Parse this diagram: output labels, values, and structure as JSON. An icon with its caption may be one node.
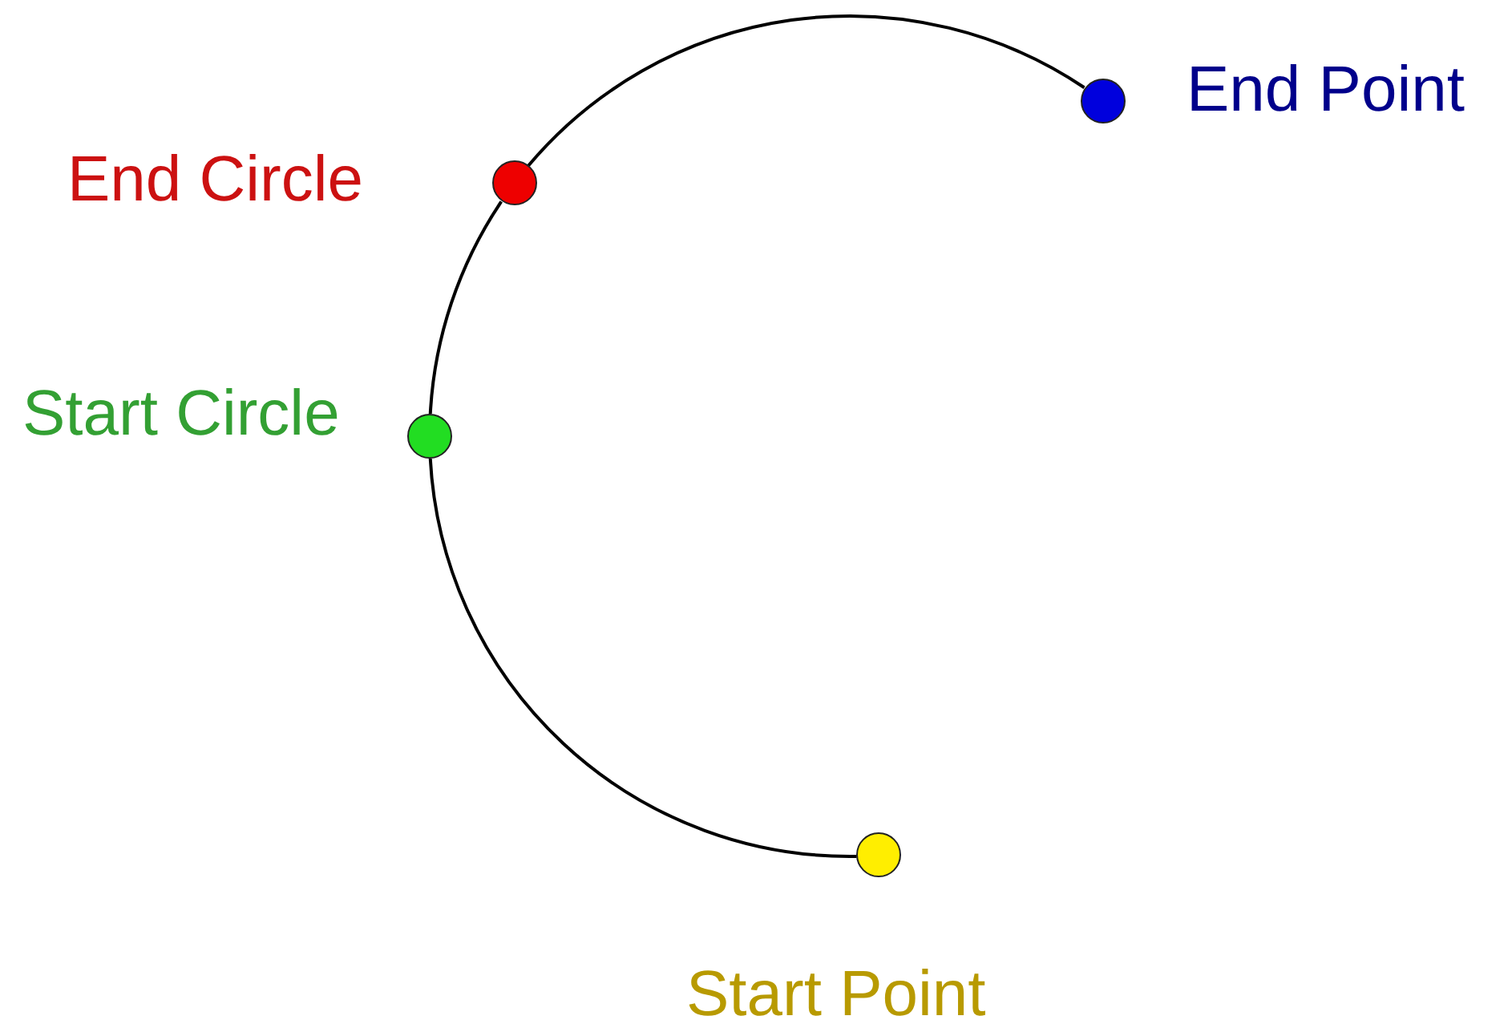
{
  "diagram": {
    "nodes": [
      {
        "text": [],
        "shape": "circle",
        "beside": [
          "End Point"
        ]
      },
      {
        "text": [],
        "shape": "circle",
        "beside": [
          "End Circle"
        ]
      },
      {
        "text": [],
        "shape": "circle",
        "beside": [
          "Start Circle"
        ]
      },
      {
        "text": [],
        "shape": "circle",
        "beside": [
          "Start Point"
        ]
      }
    ],
    "edges": [
      {
        "from": 3,
        "to": 2,
        "arrow": "none"
      },
      {
        "from": 2,
        "to": 1,
        "arrow": "none"
      },
      {
        "from": 1,
        "to": 0,
        "arrow": "none"
      }
    ]
  }
}
